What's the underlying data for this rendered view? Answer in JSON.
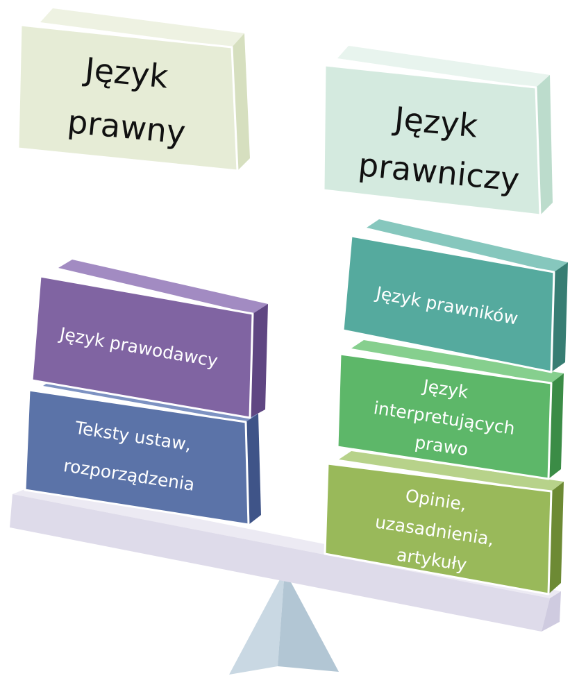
{
  "left_title": {
    "line1": "Język",
    "line2": "prawny"
  },
  "right_title": {
    "line1": "Język",
    "line2": "prawniczy"
  },
  "left_stack": {
    "top": {
      "line1": "Język prawodawcy"
    },
    "bottom": {
      "line1": "Teksty ustaw,",
      "line2": "rozporządzenia"
    }
  },
  "right_stack": {
    "top": {
      "line1": "Język prawników"
    },
    "middle": {
      "line1": "Język",
      "line2": "interpretujących",
      "line3": "prawo"
    },
    "bottom": {
      "line1": "Opinie,",
      "line2": "uzasadnienia,",
      "line3": "artykuły"
    }
  },
  "colors": {
    "title_left_fill": "#e7ecd6",
    "title_right_fill": "#d7ebe2",
    "purple": "#8064a2",
    "blue": "#5b73a8",
    "teal": "#55aa9e",
    "green": "#5db769",
    "olive": "#99b95a",
    "beam": "#dcd8e8",
    "fulcrum": "#c5d5e0"
  }
}
